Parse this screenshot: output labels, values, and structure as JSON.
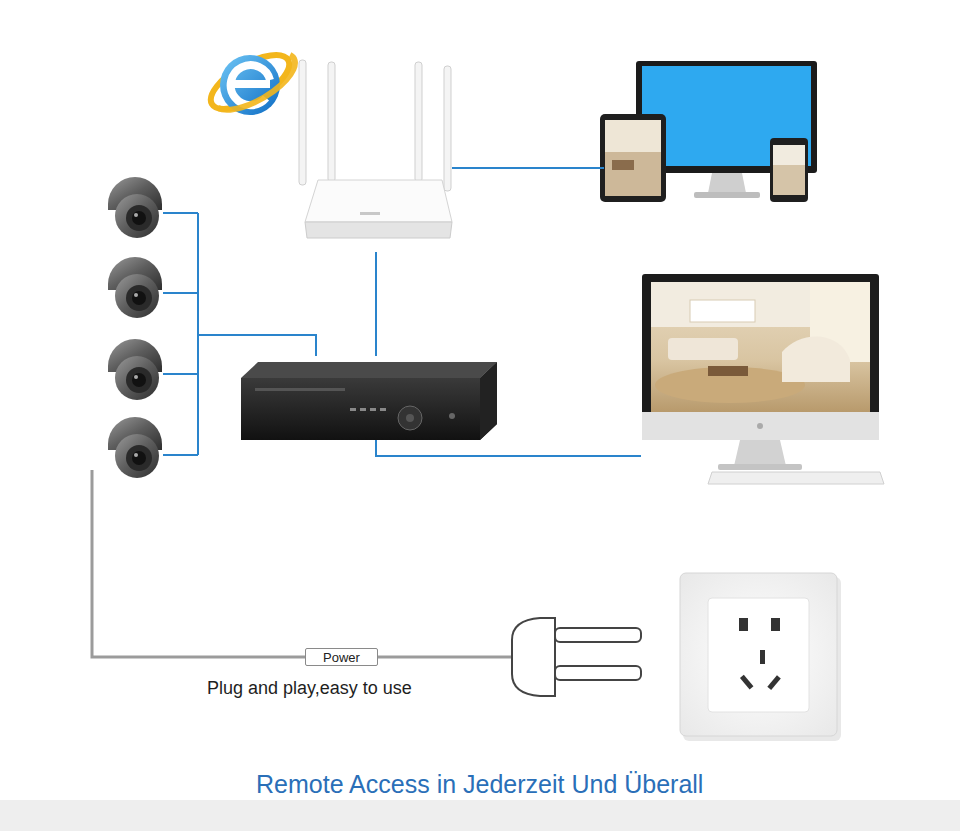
{
  "diagram": {
    "caption": "Remote Access in Jederzeit Und Überall",
    "nodes": [
      {
        "text": [
          "Power"
        ]
      }
    ],
    "labels": [
      "Plug and play,easy to use"
    ]
  }
}
